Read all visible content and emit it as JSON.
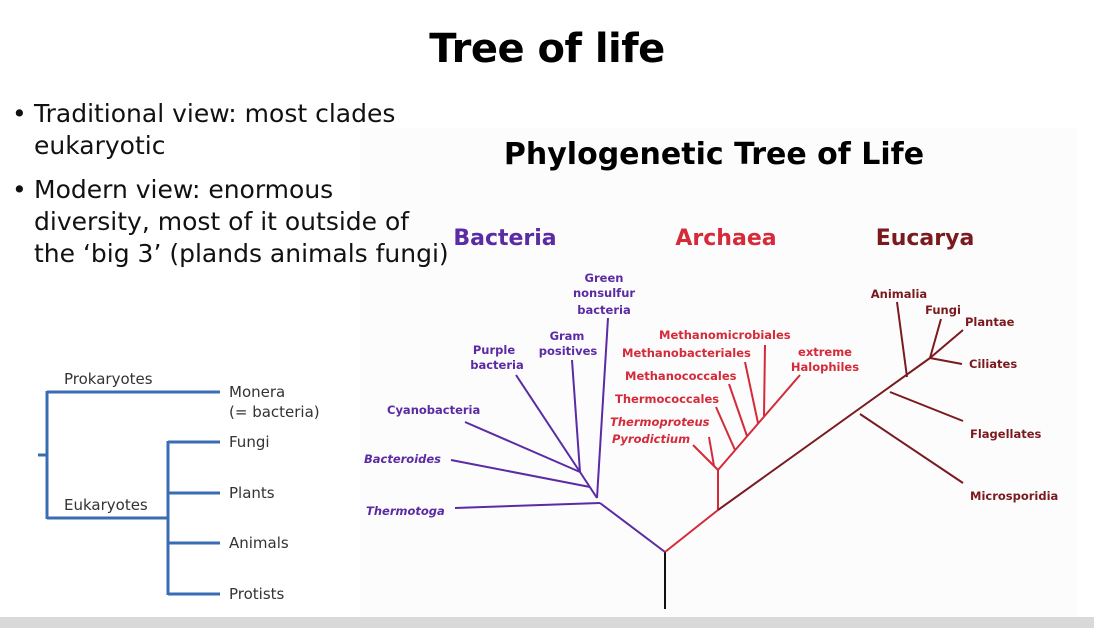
{
  "slide": {
    "title": "Tree of life",
    "bullets": [
      "Traditional view: most clades eukaryotic",
      "Modern view: enormous diversity, most of it outside of the ‘big 3’ (plands animals fungi)"
    ]
  },
  "classic_tree": {
    "prokaryotes": "Prokaryotes",
    "eukaryotes": "Eukaryotes",
    "monera": "Monera",
    "monera_note": "(= bacteria)",
    "fungi": "Fungi",
    "plants": "Plants",
    "animals": "Animals",
    "protists": "Protists",
    "line_color": "#3a6cb5"
  },
  "phylo_tree": {
    "title": "Phylogenetic Tree of Life",
    "domains": {
      "bacteria": "Bacteria",
      "archaea": "Archaea",
      "eucarya": "Eucarya"
    },
    "colors": {
      "bacteria": "#5b2aa5",
      "archaea": "#d42a3a",
      "eucarya": "#7a1a1e"
    },
    "bacteria": {
      "green1": "Green",
      "green2": "nonsulfur",
      "green3": "bacteria",
      "gram1": "Gram",
      "gram2": "positives",
      "purple1": "Purple",
      "purple2": "bacteria",
      "cyano": "Cyanobacteria",
      "bacteroides": "Bacteroides",
      "thermotoga": "Thermotoga"
    },
    "archaea": {
      "methanomicrobiales": "Methanomicrobiales",
      "methanobacteriales": "Methanobacteriales",
      "methanococcales": "Methanococcales",
      "thermococcales": "Thermococcales",
      "thermoproteus": "Thermoproteus",
      "pyrodictium": "Pyrodictium",
      "halo1": "extreme",
      "halo2": "Halophiles"
    },
    "eucarya": {
      "animalia": "Animalia",
      "fungi": "Fungi",
      "plantae": "Plantae",
      "ciliates": "Ciliates",
      "flagellates": "Flagellates",
      "microsporidia": "Microsporidia"
    }
  }
}
